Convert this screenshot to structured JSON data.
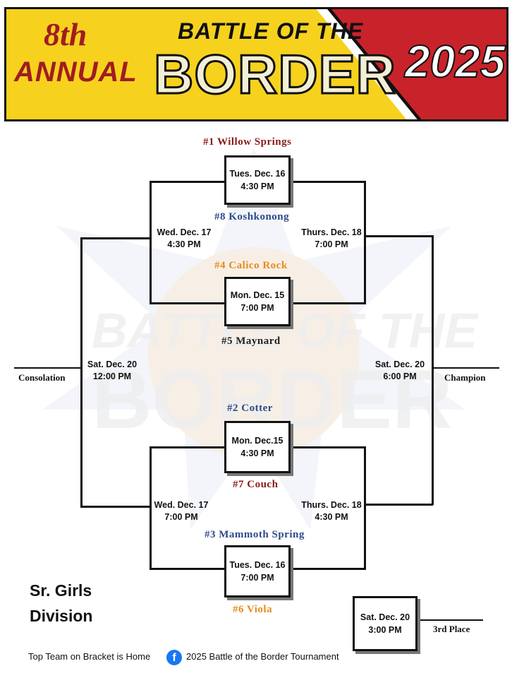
{
  "header": {
    "ordinal": "8th",
    "annual": "ANNUAL",
    "title_top": "BATTLE OF THE",
    "title_main": "BORDER",
    "year": "2025"
  },
  "watermark": {
    "line1": "BATTLE OF THE",
    "line2": "BORDER"
  },
  "teams": {
    "t1": "#1 Willow Springs",
    "t8": "#8 Koshkonong",
    "t4": "#4 Calico Rock",
    "t5": "#5 Maynard",
    "t2": "#2 Cotter",
    "t7": "#7 Couch",
    "t3": "#3 Mammoth Spring",
    "t6": "#6 Viola"
  },
  "games": {
    "g1": {
      "day": "Tues. Dec. 16",
      "time": "4:30 PM"
    },
    "g2": {
      "day": "Mon. Dec. 15",
      "time": "7:00 PM"
    },
    "g3": {
      "day": "Mon. Dec.15",
      "time": "4:30 PM"
    },
    "g4": {
      "day": "Tues. Dec. 16",
      "time": "7:00 PM"
    },
    "third": {
      "day": "Sat. Dec. 20",
      "time": "3:00 PM"
    }
  },
  "schedule": {
    "wed_top": {
      "day": "Wed. Dec. 17",
      "time": "4:30 PM"
    },
    "thu_top": {
      "day": "Thurs. Dec. 18",
      "time": "7:00 PM"
    },
    "wed_bot": {
      "day": "Wed. Dec. 17",
      "time": "7:00 PM"
    },
    "thu_bot": {
      "day": "Thurs. Dec. 18",
      "time": "4:30 PM"
    },
    "consolation_game": {
      "day": "Sat. Dec. 20",
      "time": "12:00 PM"
    },
    "championship_game": {
      "day": "Sat. Dec. 20",
      "time": "6:00 PM"
    }
  },
  "labels": {
    "consolation": "Consolation",
    "champion": "Champion",
    "third_place": "3rd Place"
  },
  "division": {
    "line1": "Sr. Girls",
    "line2": "Division"
  },
  "footer": {
    "home_note": "Top Team on Bracket is Home",
    "facebook_icon_glyph": "f",
    "facebook_text": "2025 Battle of the Border Tournament"
  },
  "colors": {
    "banner_yellow": "#f6d21e",
    "banner_red": "#c8232a",
    "team_red": "#8b1a1a",
    "team_blue": "#2d4a8a",
    "team_orange": "#e88a1a"
  }
}
